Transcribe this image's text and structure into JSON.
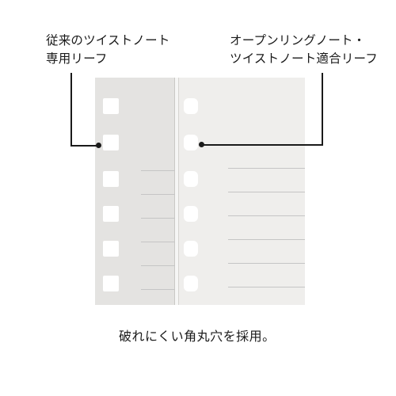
{
  "callouts": {
    "left": {
      "line1": "従来のツイストノート",
      "line2": "専用リーフ"
    },
    "right": {
      "line1": "オープンリングノート・",
      "line2": "ツイストノート適合リーフ"
    }
  },
  "caption": "破れにくい角丸穴を採用。"
}
